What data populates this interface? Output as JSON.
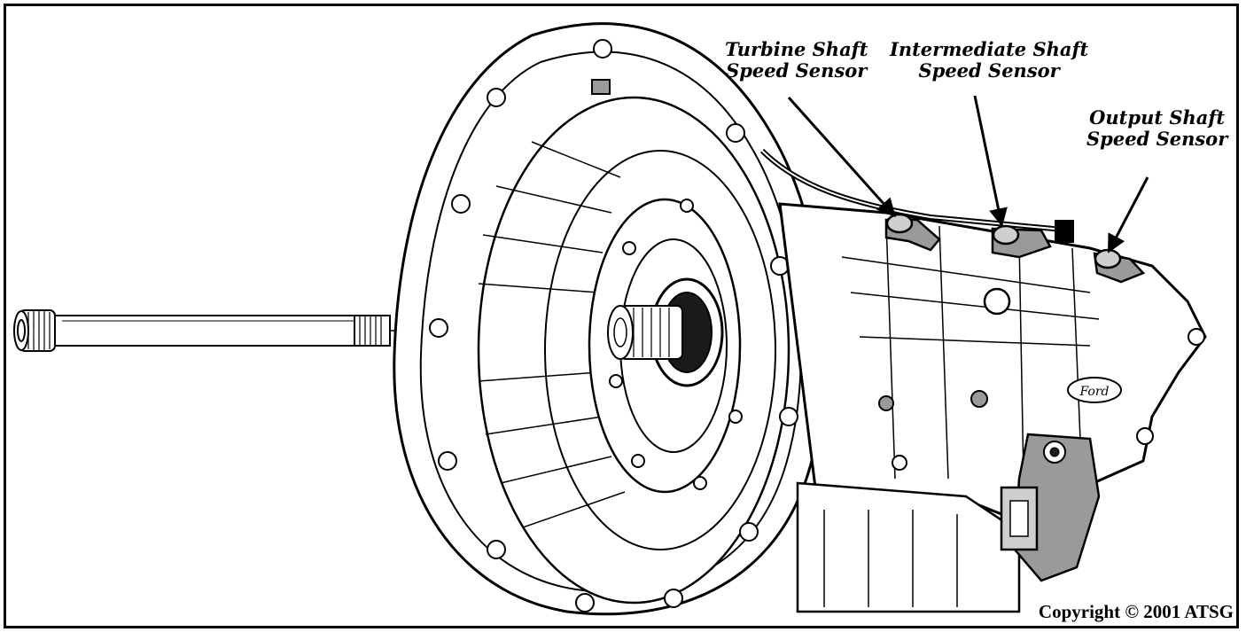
{
  "labels": {
    "turbine": {
      "line1": "Turbine Shaft",
      "line2": "Speed Sensor"
    },
    "intermediate": {
      "line1": "Intermediate Shaft",
      "line2": "Speed Sensor"
    },
    "output": {
      "line1": "Output Shaft",
      "line2": "Speed Sensor"
    }
  },
  "copyright": "Copyright © 2001 ATSG",
  "case_badge": "Ford",
  "colors": {
    "ink": "#000000",
    "paper": "#ffffff",
    "shade": "#9a9a9a",
    "light_shade": "#cfcfcf"
  }
}
